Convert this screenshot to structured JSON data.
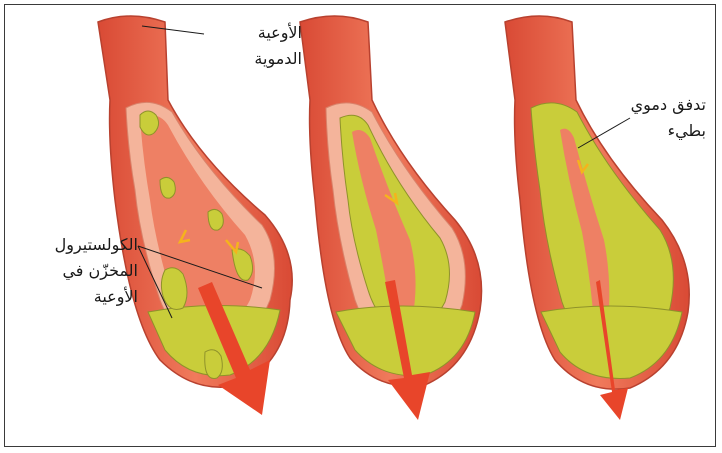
{
  "labels": {
    "vessel_line1": "الأوعية",
    "vessel_line2": "الدموية",
    "flow_line1": "تدفق دموي",
    "flow_line2": "بطيء",
    "chol_line1": "الكولستيرول",
    "chol_line2": "المخزّن في",
    "chol_line3": "الأوعية"
  },
  "colors": {
    "vessel_wall": "#e8614a",
    "vessel_inner": "#f3a58a",
    "lumen": "#ee8064",
    "plaque": "#c9cd3a",
    "plaque_light": "#e4e79a",
    "flow_arrow": "#e8452a",
    "small_arrow": "#f5b31c"
  }
}
